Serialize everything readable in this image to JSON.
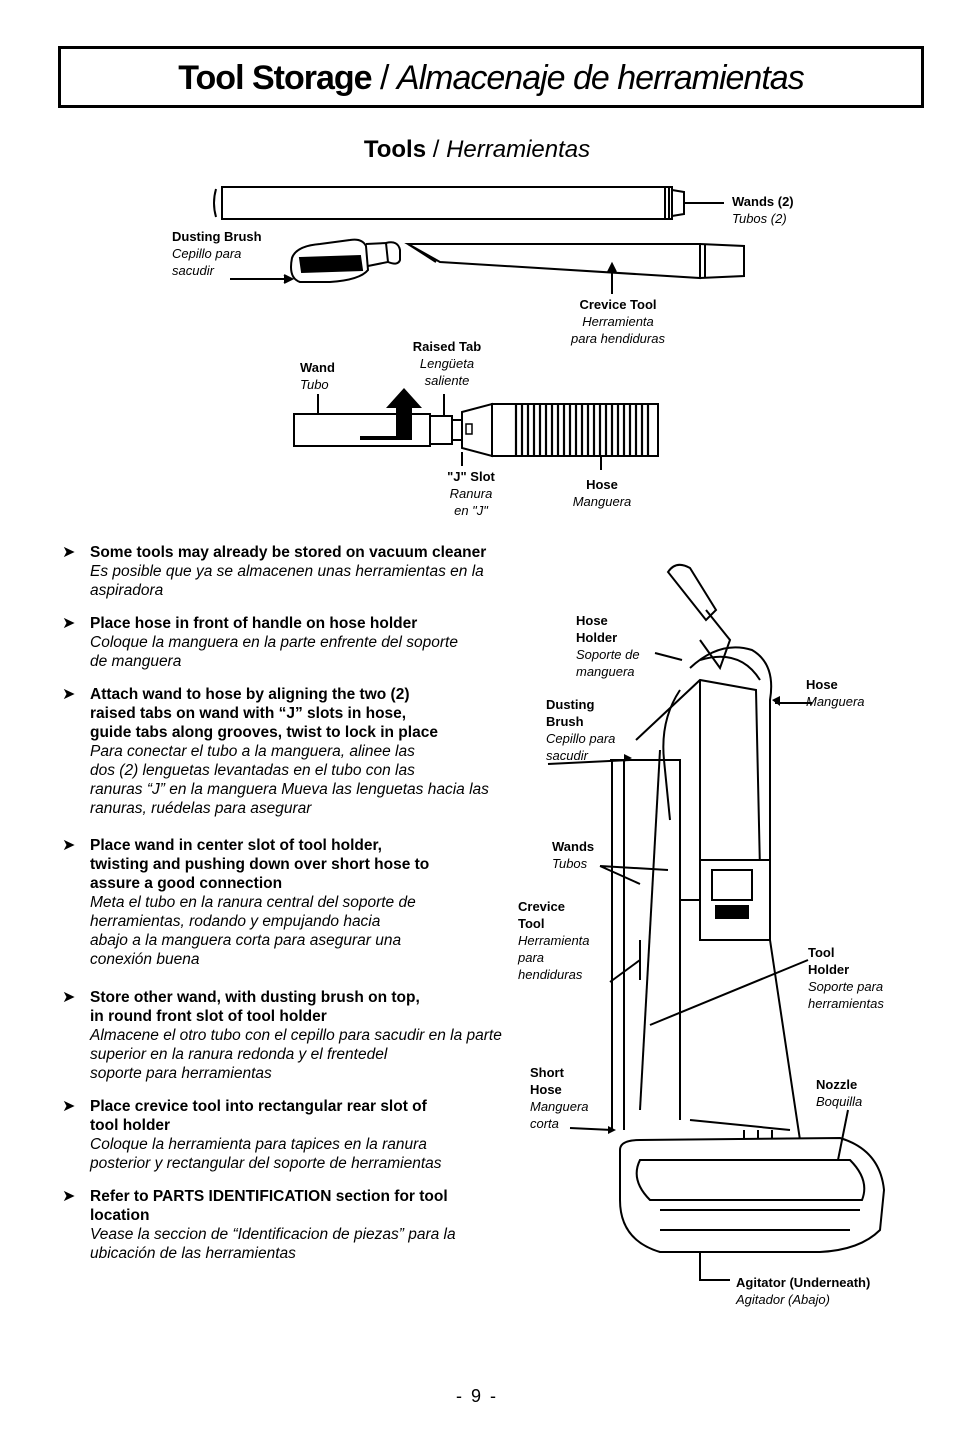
{
  "header": {
    "title_en": "Tool Storage",
    "title_sep": " / ",
    "title_es": "Almacenaje de herramientas"
  },
  "subtitle": {
    "en": "Tools",
    "sep": " / ",
    "es": "Herramientas"
  },
  "tools_labels": {
    "wands": {
      "en": "Wands (2)",
      "es": "Tubos (2)"
    },
    "dusting_brush": {
      "en": "Dusting Brush",
      "es": "Cepillo para sacudir"
    },
    "crevice_tool": {
      "en": "Crevice Tool",
      "es1": "Herramienta",
      "es2": "para hendiduras"
    },
    "raised_tab": {
      "en": "Raised Tab",
      "es1": "Lengüeta",
      "es2": "saliente"
    },
    "wand": {
      "en": "Wand",
      "es": "Tubo"
    },
    "j_slot": {
      "en": "\"J\" Slot",
      "es1": "Ranura",
      "es2": "en \"J\""
    },
    "hose": {
      "en": "Hose",
      "es": "Manguera"
    }
  },
  "vacuum_labels": {
    "hose_holder": {
      "en1": "Hose",
      "en2": "Holder",
      "es1": "Soporte de",
      "es2": "manguera"
    },
    "hose": {
      "en": "Hose",
      "es": "Manguera"
    },
    "dusting_brush": {
      "en1": "Dusting",
      "en2": "Brush",
      "es1": "Cepillo para",
      "es2": "sacudir"
    },
    "wands": {
      "en": "Wands",
      "es": "Tubos"
    },
    "crevice_tool": {
      "en1": "Crevice",
      "en2": "Tool",
      "es1": "Herramienta",
      "es2": "para",
      "es3": "hendiduras"
    },
    "tool_holder": {
      "en1": "Tool",
      "en2": "Holder",
      "es1": "Soporte para",
      "es2": "herramientas"
    },
    "short_hose": {
      "en1": "Short",
      "en2": "Hose",
      "es1": "Manguera",
      "es2": "corta"
    },
    "nozzle": {
      "en": "Nozzle",
      "es": "Boquilla"
    },
    "agitator": {
      "en": "Agitator (Underneath)",
      "es": "Agitador (Abajo)"
    }
  },
  "instructions": [
    {
      "en": [
        "Some tools may already be stored on vacuum cleaner"
      ],
      "es": [
        "Es posible que ya se almacenen unas herramientas en la",
        "aspiradora"
      ]
    },
    {
      "en": [
        "Place hose in front of handle on hose holder"
      ],
      "es": [
        "Coloque la manguera en la parte enfrente del soporte",
        "de manguera"
      ]
    },
    {
      "en": [
        "Attach wand to hose by aligning the two (2)",
        "raised tabs on wand with “J” slots in hose,",
        "guide tabs along grooves, twist to lock in place"
      ],
      "es": [
        "Para conectar el tubo a la manguera, alinee las",
        "dos (2) lenguetas levantadas en el tubo con las",
        "ranuras “J” en la manguera  Mueva las lenguetas hacia las",
        "ranuras, ruédelas para asegurar"
      ]
    },
    {
      "en": [
        "Place wand in center slot of tool holder,",
        "twisting and pushing down over short hose to",
        "assure a good connection"
      ],
      "es": [
        "Meta el tubo en la ranura central del soporte de",
        "herramientas, rodando y empujando hacia",
        "abajo a la manguera corta para asegurar una",
        "conexión buena"
      ]
    },
    {
      "en": [
        "Store other wand, with dusting brush on top,",
        "in round front slot of tool holder"
      ],
      "es": [
        "Almacene el otro tubo con el cepillo para sacudir en la parte",
        "superior en la ranura redonda y el frentedel",
        "soporte para herramientas"
      ]
    },
    {
      "en": [
        "Place crevice tool into rectangular rear slot of",
        "tool holder"
      ],
      "es": [
        "Coloque la herramienta para tapices en la ranura",
        "posterior y rectangular del soporte de herramientas"
      ]
    },
    {
      "en": [
        "Refer to PARTS IDENTIFICATION section for tool",
        "location"
      ],
      "es": [
        "Vease la seccion de “Identificacion de piezas” para la",
        "ubicación de las herramientas"
      ]
    }
  ],
  "page_number": "- 9 -"
}
